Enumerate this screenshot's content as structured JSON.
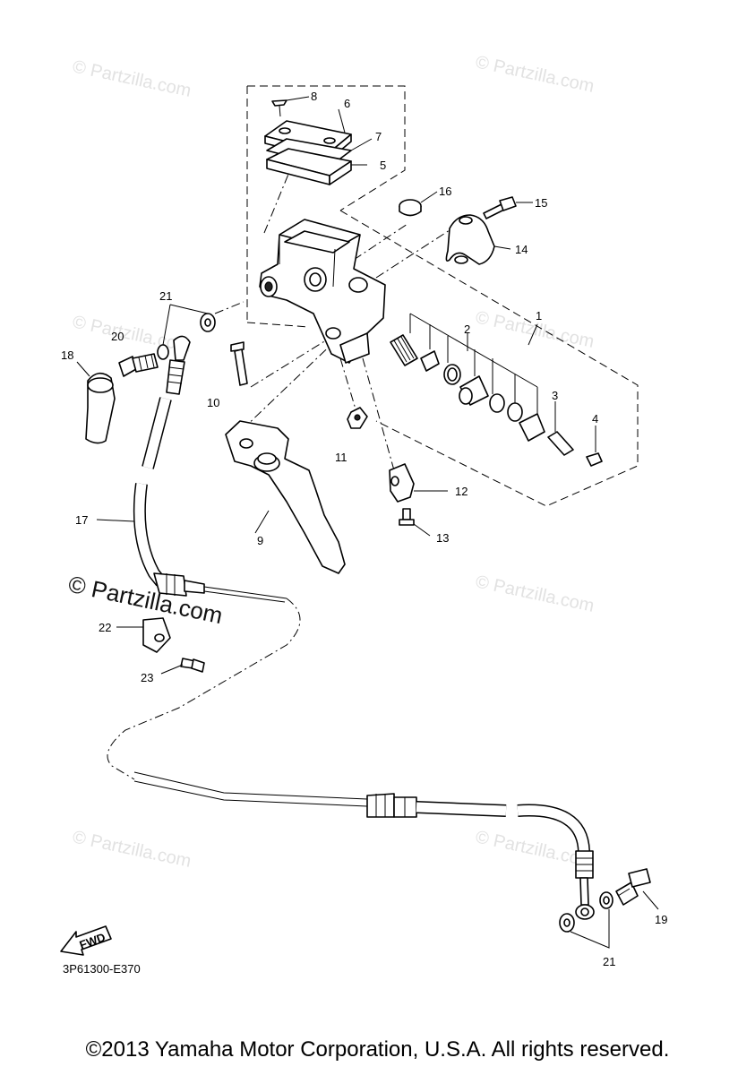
{
  "watermark": {
    "text": "© Partzilla.com",
    "prominent_text": "© Partzilla.com"
  },
  "callouts": {
    "c1": "1",
    "c2": "2",
    "c3": "3",
    "c4": "4",
    "c5": "5",
    "c6": "6",
    "c7": "7",
    "c8": "8",
    "c9": "9",
    "c10": "10",
    "c11": "11",
    "c12": "12",
    "c13": "13",
    "c14": "14",
    "c15": "15",
    "c16": "16",
    "c17": "17",
    "c18": "18",
    "c19": "19",
    "c20": "20",
    "c21_top": "21",
    "c21_bottom": "21",
    "c22": "22",
    "c23": "23"
  },
  "diagram_code": "3P61300-E370",
  "fwd_label": "FWD",
  "copyright": "©2013 Yamaha Motor Corporation, U.S.A. All rights reserved."
}
